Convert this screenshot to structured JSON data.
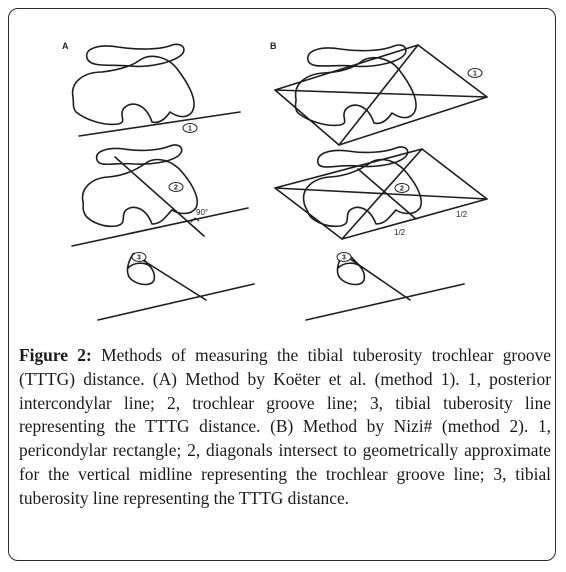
{
  "figure": {
    "panel_a_label": "A",
    "panel_b_label": "B",
    "markers": {
      "one": "1",
      "two": "2",
      "three": "3"
    },
    "half_left": "1/2",
    "half_right": "1/2",
    "small_angle_label": "90°"
  },
  "caption": {
    "label": "Figure 2:",
    "text": " Methods of measuring the tibial tuberosity trochlear groove (TTTG) distance. (A) Method by Koëter et al. (method 1). 1, posterior intercondylar line; 2, trochlear groove line; 3, tibial tuberosity line representing the TTTG distance. (B) Method by Nizi# (method 2). 1, pericondylar rectangle; 2, diagonals intersect to geometrically approximate for the vertical midline representing the trochlear groove line; 3, tibial tuberosity line representing the TTTG distance."
  }
}
